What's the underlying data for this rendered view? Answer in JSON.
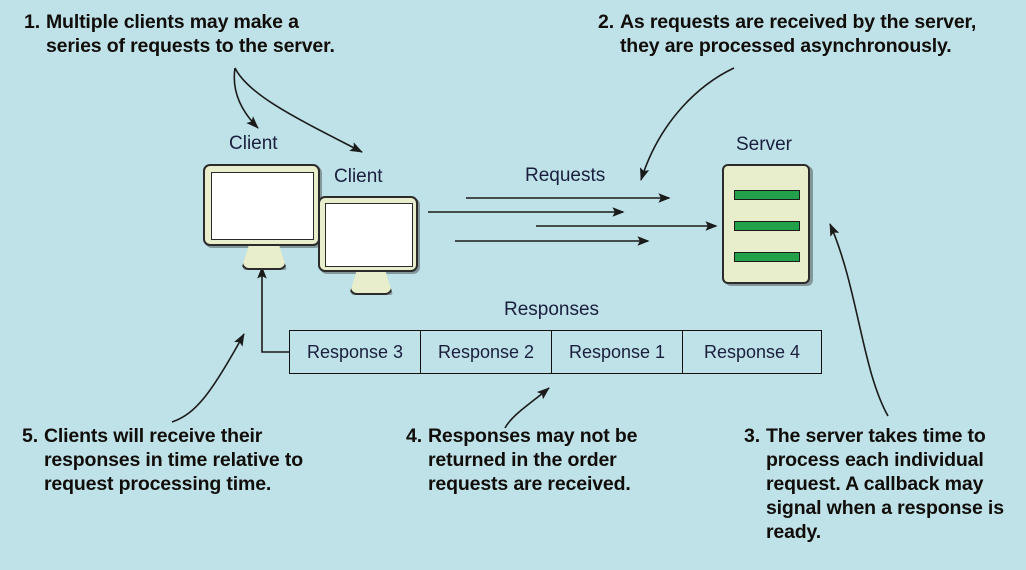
{
  "diagram": {
    "title": "Asynchronous client-server request/response flow",
    "background_color": "#bee2e8",
    "accent_colors": {
      "device_fill": "#e8eecb",
      "screen_fill": "#ffffff",
      "server_bar": "#22a04a",
      "outline": "#2b2b2b",
      "label_text": "#1a1f3d",
      "callout_text": "#110d0b"
    }
  },
  "callouts": [
    {
      "number": "1.",
      "text": "Multiple clients may make a series of requests to the server."
    },
    {
      "number": "2.",
      "text": "As requests are received by the server, they are processed asynchronously."
    },
    {
      "number": "3.",
      "text": "The server takes time to process each individual request. A callback may signal when a response is ready."
    },
    {
      "number": "4.",
      "text": "Responses may not be returned in the order requests are received."
    },
    {
      "number": "5.",
      "text": "Clients will receive their responses in time relative to request processing time."
    }
  ],
  "labels": {
    "client_1": "Client",
    "client_2": "Client",
    "server": "Server",
    "requests": "Requests",
    "responses": "Responses"
  },
  "server": {
    "label": "Server",
    "bar_count": 3,
    "bar_color": "#22a04a"
  },
  "clients": [
    {
      "label": "Client"
    },
    {
      "label": "Client"
    }
  ],
  "request_arrows": {
    "count": 4,
    "label": "Requests"
  },
  "responses": {
    "header": "Responses",
    "boxes": [
      "Response 3",
      "Response 2",
      "Response 1",
      "Response 4"
    ]
  }
}
